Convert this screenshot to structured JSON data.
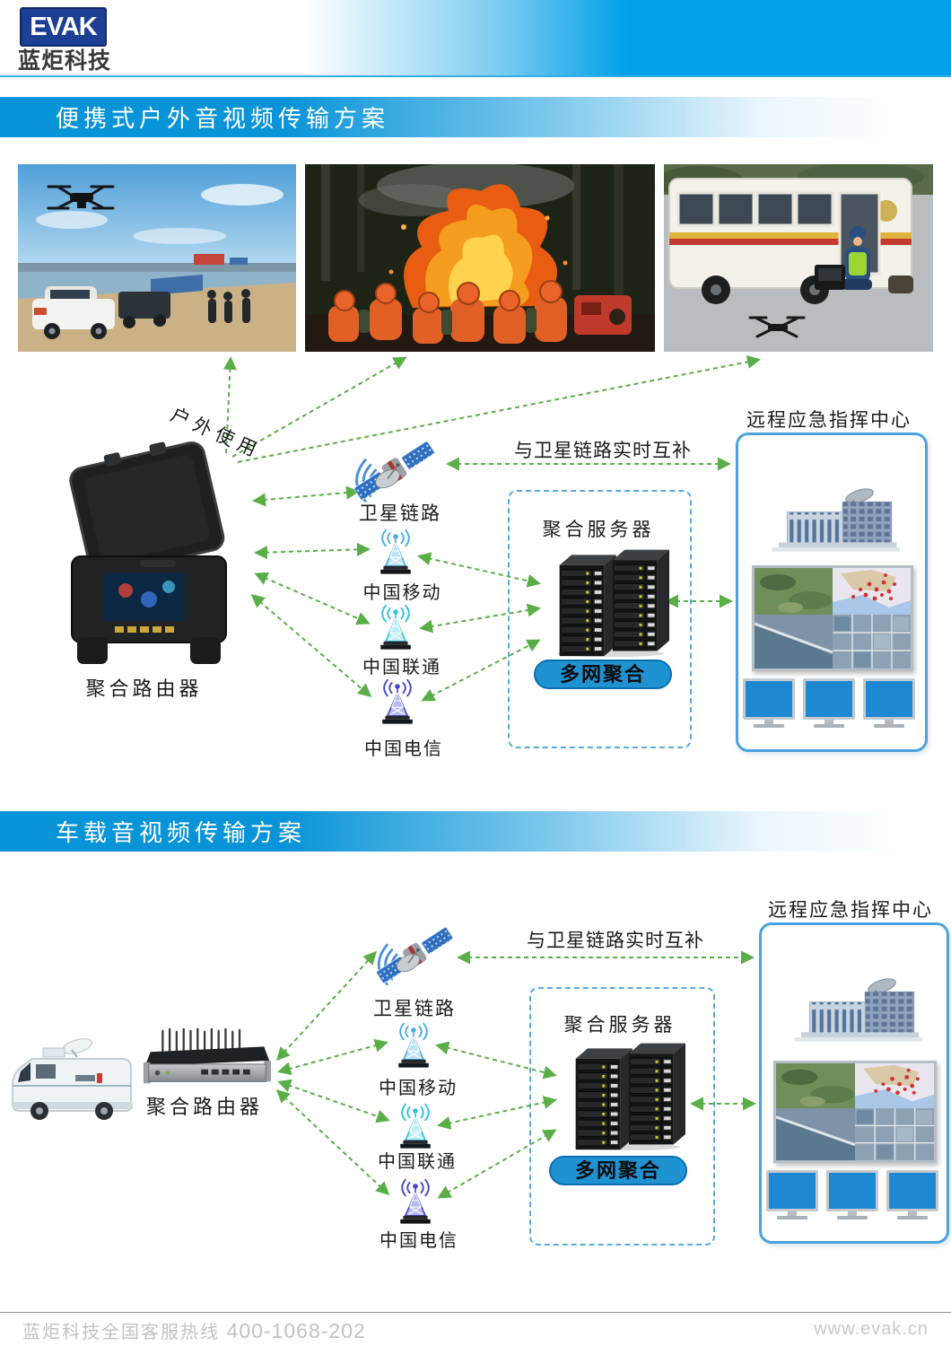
{
  "header": {
    "logo_text": "EVAK",
    "company_name": "蓝炬科技"
  },
  "sections": [
    {
      "title": "便携式户外音视频传输方案"
    },
    {
      "title": "车载音视频传输方案"
    }
  ],
  "d1": {
    "outdoor_label": "户外使用",
    "router_label": "聚合路由器",
    "satellite_label": "卫星链路",
    "carriers": [
      "中国移动",
      "中国联通",
      "中国电信"
    ],
    "server_label": "聚合服务器",
    "badge": "多网聚合",
    "note": "与卫星链路实时互补",
    "command_center": "远程应急指挥中心"
  },
  "d2": {
    "router_label": "聚合路由器",
    "satellite_label": "卫星链路",
    "carriers": [
      "中国移动",
      "中国联通",
      "中国电信"
    ],
    "server_label": "聚合服务器",
    "badge": "多网聚合",
    "note": "与卫星链路实时互补",
    "command_center": "远程应急指挥中心"
  },
  "footer": {
    "hotline_label": "蓝炬科技全国客服热线",
    "hotline_number": "400-1068-202",
    "website": "www.evak.cn"
  },
  "colors": {
    "header_blue": "#00a0e9",
    "section_bar_blue": "#0a94d8",
    "arrow_green": "#5aae47",
    "badge_blue": "#1f93d2",
    "dashed_border_blue": "#58a9e0",
    "command_box_border": "#4aa3de",
    "monitor_blue": "#1e88d2",
    "logo_navy": "#1c3f94"
  }
}
